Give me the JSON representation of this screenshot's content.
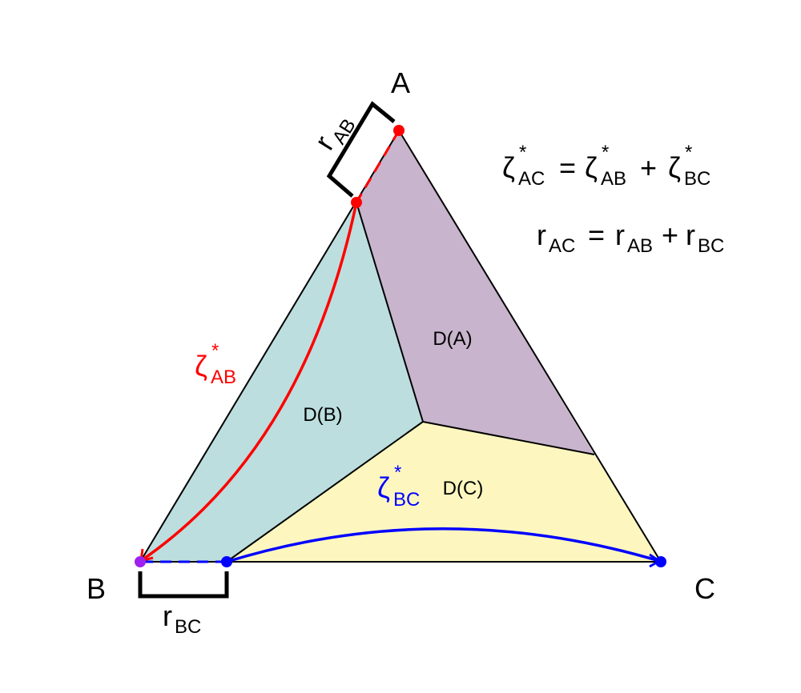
{
  "colors": {
    "region_a": "#c8b4cc",
    "region_b": "#bcdede",
    "region_c": "#fdf7bf",
    "ab_path": "#ff0000",
    "bc_path": "#0000ff",
    "b_point": "#a020f0",
    "edge": "#000000"
  },
  "vertices": {
    "a": "A",
    "b": "B",
    "c": "C"
  },
  "regions": {
    "d_a": "D(A)",
    "d_b": "D(B)",
    "d_c": "D(C)"
  },
  "paths": {
    "zeta_ab": {
      "symbol": "ζ",
      "star": "*",
      "subscript": "AB"
    },
    "zeta_bc": {
      "symbol": "ζ",
      "star": "*",
      "subscript": "BC"
    }
  },
  "radii": {
    "r_ab": {
      "symbol": "r",
      "subscript": "AB"
    },
    "r_bc": {
      "symbol": "r",
      "subscript": "BC"
    }
  },
  "equations": {
    "zeta": {
      "lhs_sym": "ζ",
      "lhs_star": "*",
      "lhs_sub": "AC",
      "eq": " = ",
      "t1_sym": "ζ",
      "t1_star": "*",
      "t1_sub": "AB",
      "plus": " + ",
      "t2_sym": "ζ",
      "t2_star": "*",
      "t2_sub": "BC"
    },
    "r": {
      "lhs_sym": "r",
      "lhs_sub": "AC",
      "eq": " = ",
      "t1_sym": "r",
      "t1_sub": "AB",
      "plus": " + ",
      "t2_sym": "r",
      "t2_sub": "BC"
    }
  }
}
